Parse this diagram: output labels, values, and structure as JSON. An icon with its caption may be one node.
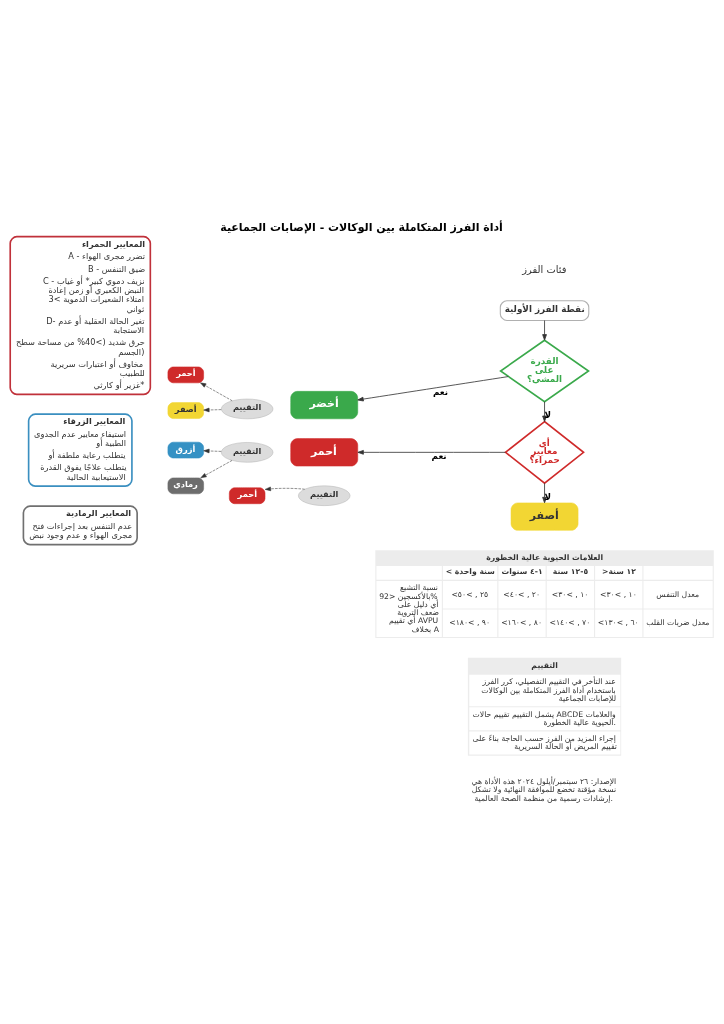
{
  "diagram": {
    "title": "أداة الفرز المتكاملة بين الوكالات - الإصابات الجماعية",
    "nodes": [
      {
        "text": [
          "نقطة الفرز الأولية"
        ]
      },
      {
        "text": [
          "القدرة على المشي؟"
        ]
      },
      {
        "text": [
          "أخضر"
        ]
      },
      {
        "text": [
          "التقييم"
        ]
      },
      {
        "text": [
          "أحمر"
        ]
      },
      {
        "text": [
          "أصفر"
        ]
      },
      {
        "text": [
          "المعايير الحمراء",
          "A - تضرر مجرى الهواء",
          "B - ضيق التنفس",
          "C - نزيف دموي كبير* أو غياب النبض الكعبري أو زمن إعادة امتلاء الشعيرات الدموية >3 ثواني",
          "D- تغير الحالة العقلية أو عدم الاستجابة",
          "حرق شديد (>40% من مساحة سطح الجسم)",
          "مخاوف أو اعتبارات سريرية للطبيب",
          "غزير أو كارثي*"
        ]
      },
      {
        "text": [
          "أي معايير حمراء؟"
        ]
      },
      {
        "text": [
          "أحمر"
        ]
      },
      {
        "text": [
          "التقييم"
        ]
      },
      {
        "text": [
          "أزرق"
        ]
      },
      {
        "text": [
          "رمادي"
        ]
      },
      {
        "text": [
          "المعايير الزرقاء",
          "استيفاء معايير عدم الجدوى الطبية أو",
          "يتطلب رعاية ملطفة أو",
          "يتطلب علاجًا يفوق القدرة الاستيعابية الحالية"
        ]
      },
      {
        "text": [
          "المعايير الرمادية",
          "عدم التنفس بعد إجراءات فتح مجرى الهواء و عدم وجود نبض"
        ]
      },
      {
        "text": [
          "أصفر"
        ]
      },
      {
        "text": [
          "التقييم"
        ]
      },
      {
        "text": [
          "أحمر"
        ]
      },
      {
        "text": [
          "العلامات الحيوية عالية الخطورة",
          ">١٢ سنة",
          "٥-١٢ سنة",
          "١-٤ سنوات",
          "< سنة واحدة",
          "معدل التنفس",
          "<١٠ , >٣٠",
          "<١٠ , >٣٠",
          "<٢٠ , >٤٠",
          "<٢٥ , >٥٠",
          "معدل ضربات القلب",
          "<٦٠ , >١٣٠",
          "<٧٠ , >١٤٠",
          "<٨٠ , >١٦٠",
          "<٩٠ , >١٨٠",
          "نسبة التشبع بالأكسجين <92%",
          "أي دليل على ضعف التروية",
          "أي تقييم AVPU بخلاف A"
        ]
      },
      {
        "text": [
          "التقييم",
          "عند التأخر في التقييم التفصيلي، كرر الفرز باستخدام أداة الفرز المتكاملة بين الوكالات للإصابات الجماعية",
          "يشمل التقييم تقييم حالات ABCDE والعلامات الحيوية عالية الخطورة.",
          "إجراء المزيد من الفرز حسب الحاجة بناءً على تقييم المريض أو الحالة السريرية"
        ]
      }
    ],
    "edges": [
      {
        "from": 0,
        "to": 1,
        "arrow": "to"
      },
      {
        "from": 1,
        "to": 2,
        "arrow": "to",
        "label": "نعم"
      },
      {
        "from": 1,
        "to": 7,
        "arrow": "to",
        "label": "لا"
      },
      {
        "from": 3,
        "to": 4,
        "arrow": "to",
        "style": "dashed"
      },
      {
        "from": 3,
        "to": 5,
        "arrow": "to",
        "style": "dashed"
      },
      {
        "from": 7,
        "to": 8,
        "arrow": "to",
        "label": "نعم"
      },
      {
        "from": 7,
        "to": 14,
        "arrow": "to",
        "label": "لا"
      },
      {
        "from": 9,
        "to": 10,
        "arrow": "to",
        "style": "dashed"
      },
      {
        "from": 9,
        "to": 11,
        "arrow": "to",
        "style": "dashed"
      },
      {
        "from": 15,
        "to": 16,
        "arrow": "to",
        "style": "dashed"
      }
    ],
    "labels": [
      "فئات الفرز",
      "الإصدار: ٢٦ سبتمبر/أيلول ٢٠٢٤ هذه الأداة هي نسخة مؤقتة تخضع للموافقة النهائية ولا تشكل إرشادات رسمية من منظمة الصحة العالمية."
    ]
  }
}
